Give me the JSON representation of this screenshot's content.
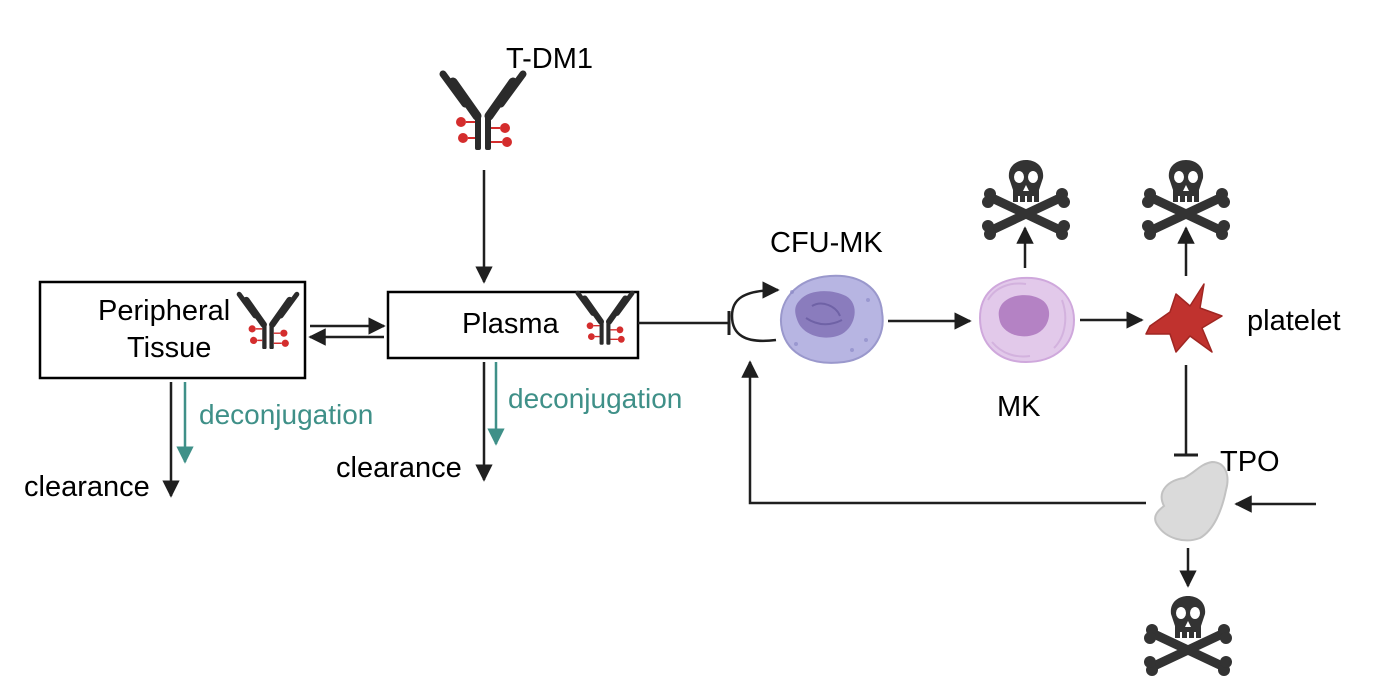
{
  "labels": {
    "drug": "T-DM1",
    "peripheral_line1": "Peripheral",
    "peripheral_line2": "Tissue",
    "plasma": "Plasma",
    "deconjugation_left": "deconjugation",
    "deconjugation_right": "deconjugation",
    "clearance_left": "clearance",
    "clearance_right": "clearance",
    "cfu_mk": "CFU-MK",
    "mk": "MK",
    "platelet": "platelet",
    "tpo": "TPO"
  },
  "colors": {
    "stroke": "#000000",
    "arrow": "#1f1f1f",
    "teal": "#3f9088",
    "antibody": "#2b2b2b",
    "payload": "#d42d2d",
    "cfu_mk_cell": "#b7b5e2",
    "cfu_mk_nucleus": "#8a7cbd",
    "mk_cell": "#e2c9ea",
    "mk_nucleus": "#b482c4",
    "platelet": "#c0322e",
    "tpo_organ": "#dadada",
    "skull": "#333333"
  },
  "icons": [
    "antibody-drug-conjugate-icon",
    "cell-icon",
    "platelet-icon",
    "liver-icon",
    "skull-crossbones-icon"
  ]
}
